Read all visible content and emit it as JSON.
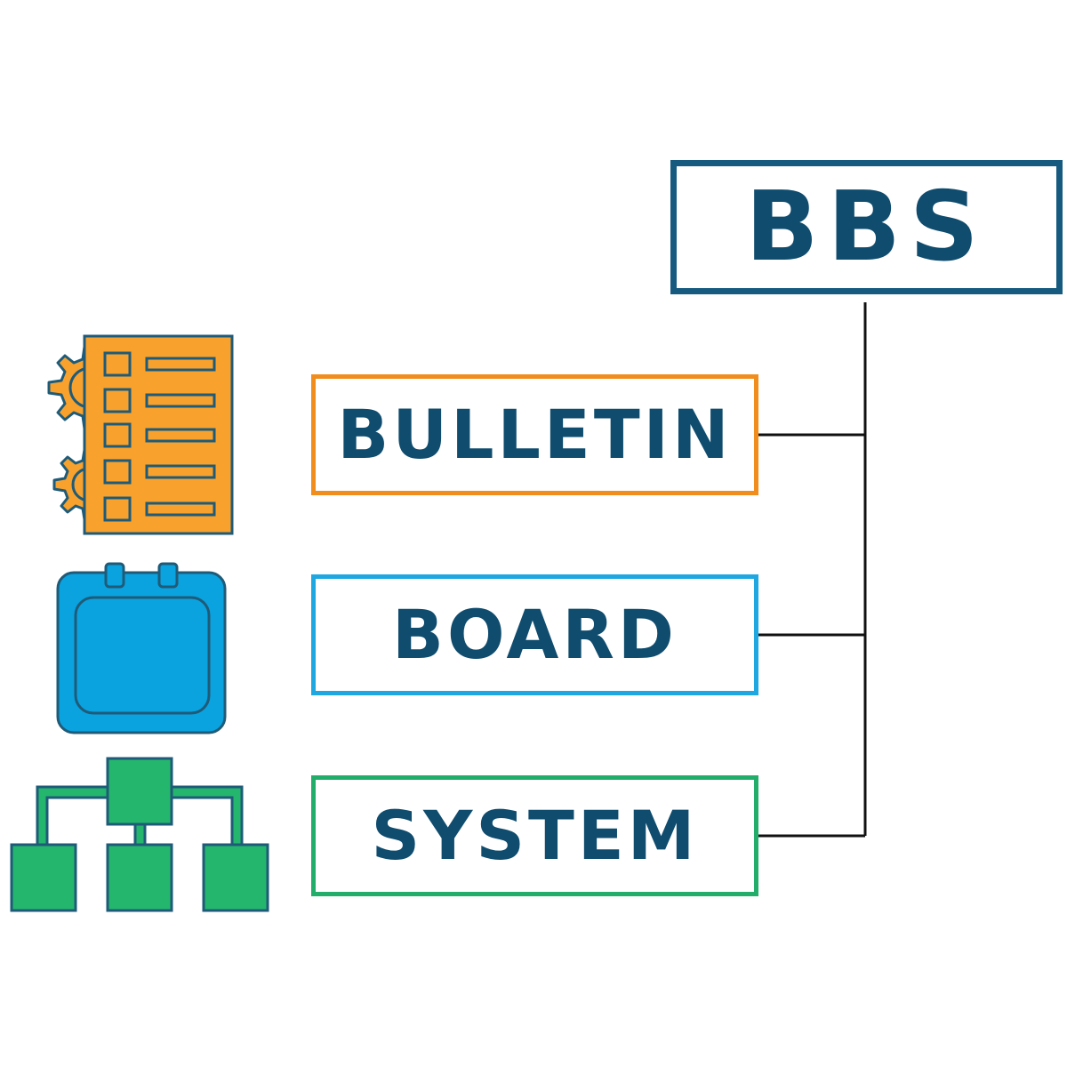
{
  "diagram": {
    "acronym": {
      "label": "BBS",
      "border_color": "#165a80"
    },
    "terms": [
      {
        "label": "BULLETIN",
        "border_color": "#f18d1c",
        "icon": "checklist-gear-icon"
      },
      {
        "label": "BOARD",
        "border_color": "#1ea7e0",
        "icon": "calendar-icon"
      },
      {
        "label": "SYSTEM",
        "border_color": "#22ad6a",
        "icon": "hierarchy-icon"
      }
    ],
    "colors": {
      "text": "#0f4c6e",
      "icon_outline": "#1f5b78",
      "orange": "#f8a12d",
      "blue": "#0aa3df",
      "green": "#25b66e",
      "connector": "#111111"
    }
  }
}
